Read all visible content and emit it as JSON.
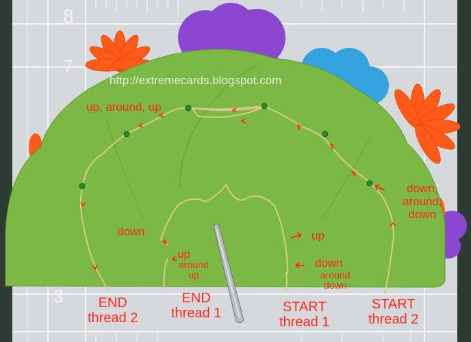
{
  "watermark": "http://extremecards.blogspot.com",
  "ruler": {
    "top_number": "8",
    "left_number": "7",
    "bottom_number": "3"
  },
  "colors": {
    "mat": "#d6d9dc",
    "mat_lines": "#f4f5f6",
    "card_green": "#7bb844",
    "annotation_red": "#ff2a1a",
    "flower_orange": "#ff5a18",
    "flower_purple": "#8a48d0",
    "flower_blue": "#35a3e0",
    "thread": "#d8c98f",
    "background": "#2e3b33"
  },
  "annotations": {
    "up_around_up_top": "up, around, up",
    "down_around_down_right": [
      "down,",
      "around,",
      "down"
    ],
    "down_left": "down",
    "up_left": "up",
    "around_up_left": [
      "around",
      "up"
    ],
    "up_right": "up",
    "down_right": "down",
    "around_down_right": [
      "around",
      "down"
    ]
  },
  "labels": {
    "end_thread_2": [
      "END",
      "thread 2"
    ],
    "end_thread_1": [
      "END",
      "thread 1"
    ],
    "start_thread_1": [
      "START",
      "thread 1"
    ],
    "start_thread_2": [
      "START",
      "thread 2"
    ]
  }
}
